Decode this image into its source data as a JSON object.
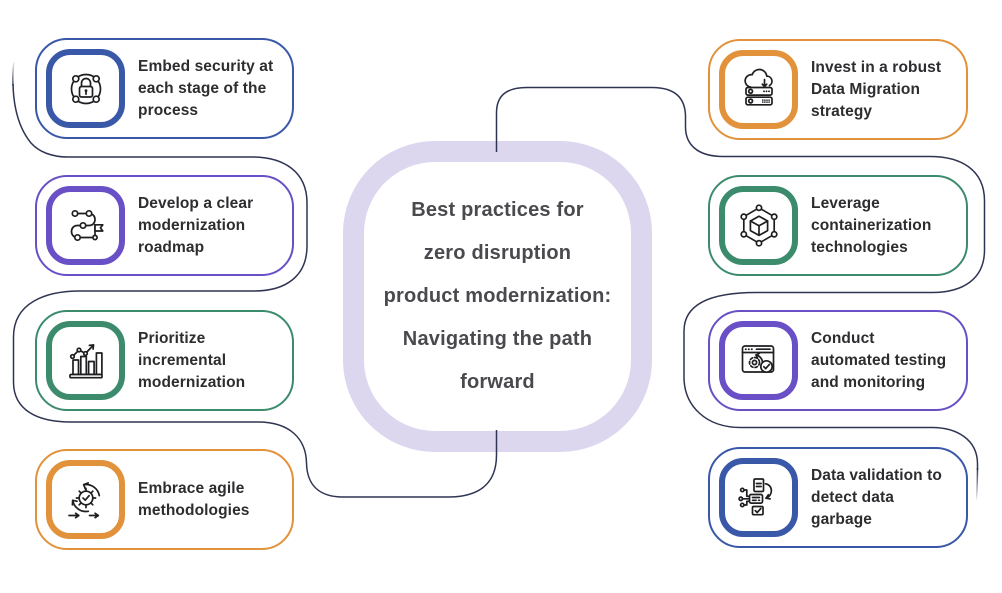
{
  "page": {
    "background": "#ffffff"
  },
  "center": {
    "title": "Best practices for zero disruption product modernization: Navigating the path forward",
    "title_lines": [
      "Best practices for",
      "zero disruption",
      "product modernization:",
      "Navigating the path",
      "forward"
    ],
    "border_color": "#dcd6ef",
    "text_color": "#4a4a4e"
  },
  "connector_color": "#2e3452",
  "cards": {
    "left": [
      {
        "label": "Embed security at each stage of the process",
        "accent": "#3a58a8",
        "icon": "lock-network-icon"
      },
      {
        "label": "Develop a clear modernization roadmap",
        "accent": "#6950c6",
        "icon": "roadmap-flag-icon"
      },
      {
        "label": "Prioritize incremental modernization",
        "accent": "#3d8b6d",
        "icon": "bar-chart-growth-icon"
      },
      {
        "label": "Embrace agile methodologies",
        "accent": "#e2923b",
        "icon": "agile-gear-cycle-icon"
      }
    ],
    "right": [
      {
        "label": "Invest in a robust Data Migration strategy",
        "accent": "#e2923b",
        "icon": "cloud-server-migration-icon"
      },
      {
        "label": "Leverage containerization technologies",
        "accent": "#3d8b6d",
        "icon": "container-cube-icon"
      },
      {
        "label": "Conduct automated testing and monitoring",
        "accent": "#6950c6",
        "icon": "automated-testing-icon"
      },
      {
        "label": "Data validation to detect data garbage",
        "accent": "#3a58a8",
        "icon": "data-validation-icon"
      }
    ]
  }
}
